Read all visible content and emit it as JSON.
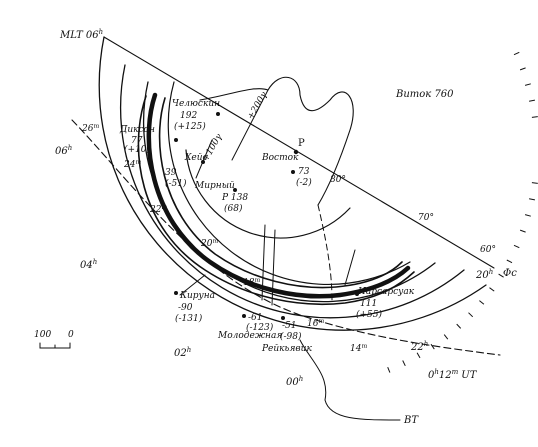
{
  "title": "Виток 760",
  "axis_labels": {
    "mlt_top": "MLT 06",
    "phi": "Φc",
    "ut": "UT"
  },
  "hour_labels": [
    "06",
    "04",
    "02",
    "00",
    "22",
    "20",
    "0"
  ],
  "hour_sup": "h",
  "ut_time_labels": [
    "26",
    "24",
    "22",
    "20",
    "18",
    "16",
    "14",
    "12"
  ],
  "ut_sup": "m",
  "lat_labels": [
    "80°",
    "70°",
    "60°"
  ],
  "point_p": "P",
  "stations": [
    {
      "name": "Челюскин",
      "v1": "192",
      "v2": "(+125)"
    },
    {
      "name": "Диксон",
      "v1": "77",
      "v2": "(+10)"
    },
    {
      "name": "Хейс",
      "v1": "39",
      "v2": "(-51)"
    },
    {
      "name": "Мирный",
      "v1": "P 138",
      "v2": "(68)"
    },
    {
      "name": "Восток",
      "v1": "73",
      "v2": "(-2)"
    },
    {
      "name": "Кируна",
      "v1": "-90",
      "v2": "(-131)"
    },
    {
      "name": "Молодежная",
      "v1": "-61",
      "v2": "(-123)"
    },
    {
      "name": "Рейкьявик",
      "v1": "-51",
      "v2": "(-98)"
    },
    {
      "name": "Нарсарсуак",
      "v1": "111",
      "v2": "(+55)"
    }
  ],
  "vectors": [
    "+200γ",
    "+100γ"
  ],
  "scale": [
    "100",
    "0"
  ],
  "bt_label": "BT"
}
